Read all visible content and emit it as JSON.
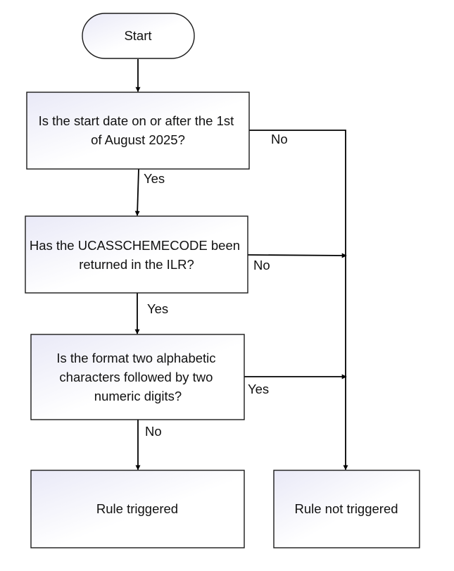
{
  "flowchart": {
    "start": {
      "label": "Start"
    },
    "decision_1": {
      "lines": [
        "Is the start date on or after the 1st",
        "of August 2025?"
      ]
    },
    "decision_2": {
      "lines": [
        "Has the UCASSCHEMECODE been",
        "returned in the ILR?"
      ]
    },
    "decision_3": {
      "lines": [
        "Is the format two alphabetic",
        "characters followed by two",
        "numeric digits?"
      ]
    },
    "outcome_triggered": {
      "label": "Rule triggered"
    },
    "outcome_not_triggered": {
      "label": "Rule not triggered"
    },
    "edges": {
      "d1_yes": "Yes",
      "d1_no": "No",
      "d2_yes": "Yes",
      "d2_no": "No",
      "d3_yes": "Yes",
      "d3_no": "No"
    }
  }
}
